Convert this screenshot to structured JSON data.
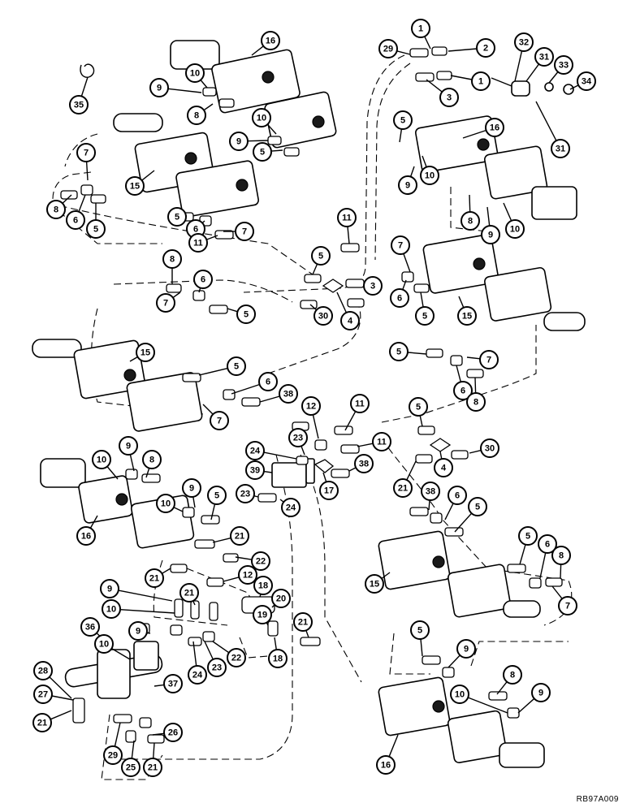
{
  "figure": {
    "reference_code": "RB97A009"
  },
  "callouts": [
    {
      "label": "35"
    },
    {
      "label": "16"
    },
    {
      "label": "10"
    },
    {
      "label": "9"
    },
    {
      "label": "8"
    },
    {
      "label": "10"
    },
    {
      "label": "9"
    },
    {
      "label": "5"
    },
    {
      "label": "7"
    },
    {
      "label": "15"
    },
    {
      "label": "8"
    },
    {
      "label": "6"
    },
    {
      "label": "5"
    },
    {
      "label": "5"
    },
    {
      "label": "6"
    },
    {
      "label": "7"
    },
    {
      "label": "11"
    },
    {
      "label": "29"
    },
    {
      "label": "1"
    },
    {
      "label": "2"
    },
    {
      "label": "1"
    },
    {
      "label": "3"
    },
    {
      "label": "32"
    },
    {
      "label": "31"
    },
    {
      "label": "33"
    },
    {
      "label": "34"
    },
    {
      "label": "31"
    },
    {
      "label": "5"
    },
    {
      "label": "16"
    },
    {
      "label": "10"
    },
    {
      "label": "9"
    },
    {
      "label": "8"
    },
    {
      "label": "9"
    },
    {
      "label": "10"
    },
    {
      "label": "11"
    },
    {
      "label": "5"
    },
    {
      "label": "3"
    },
    {
      "label": "30"
    },
    {
      "label": "4"
    },
    {
      "label": "7"
    },
    {
      "label": "6"
    },
    {
      "label": "5"
    },
    {
      "label": "15"
    },
    {
      "label": "8"
    },
    {
      "label": "6"
    },
    {
      "label": "7"
    },
    {
      "label": "5"
    },
    {
      "label": "5"
    },
    {
      "label": "7"
    },
    {
      "label": "6"
    },
    {
      "label": "8"
    },
    {
      "label": "15"
    },
    {
      "label": "5"
    },
    {
      "label": "6"
    },
    {
      "label": "7"
    },
    {
      "label": "38"
    },
    {
      "label": "12"
    },
    {
      "label": "11"
    },
    {
      "label": "23"
    },
    {
      "label": "24"
    },
    {
      "label": "11"
    },
    {
      "label": "39"
    },
    {
      "label": "38"
    },
    {
      "label": "17"
    },
    {
      "label": "23"
    },
    {
      "label": "24"
    },
    {
      "label": "5"
    },
    {
      "label": "30"
    },
    {
      "label": "4"
    },
    {
      "label": "21"
    },
    {
      "label": "38"
    },
    {
      "label": "6"
    },
    {
      "label": "5"
    },
    {
      "label": "10"
    },
    {
      "label": "9"
    },
    {
      "label": "8"
    },
    {
      "label": "16"
    },
    {
      "label": "10"
    },
    {
      "label": "9"
    },
    {
      "label": "5"
    },
    {
      "label": "21"
    },
    {
      "label": "22"
    },
    {
      "label": "12"
    },
    {
      "label": "18"
    },
    {
      "label": "20"
    },
    {
      "label": "21"
    },
    {
      "label": "9"
    },
    {
      "label": "21"
    },
    {
      "label": "10"
    },
    {
      "label": "9"
    },
    {
      "label": "36"
    },
    {
      "label": "10"
    },
    {
      "label": "19"
    },
    {
      "label": "18"
    },
    {
      "label": "24"
    },
    {
      "label": "23"
    },
    {
      "label": "22"
    },
    {
      "label": "21"
    },
    {
      "label": "15"
    },
    {
      "label": "5"
    },
    {
      "label": "6"
    },
    {
      "label": "8"
    },
    {
      "label": "7"
    },
    {
      "label": "5"
    },
    {
      "label": "9"
    },
    {
      "label": "28"
    },
    {
      "label": "27"
    },
    {
      "label": "37"
    },
    {
      "label": "21"
    },
    {
      "label": "26"
    },
    {
      "label": "29"
    },
    {
      "label": "25"
    },
    {
      "label": "21"
    },
    {
      "label": "8"
    },
    {
      "label": "10"
    },
    {
      "label": "9"
    },
    {
      "label": "16"
    }
  ]
}
